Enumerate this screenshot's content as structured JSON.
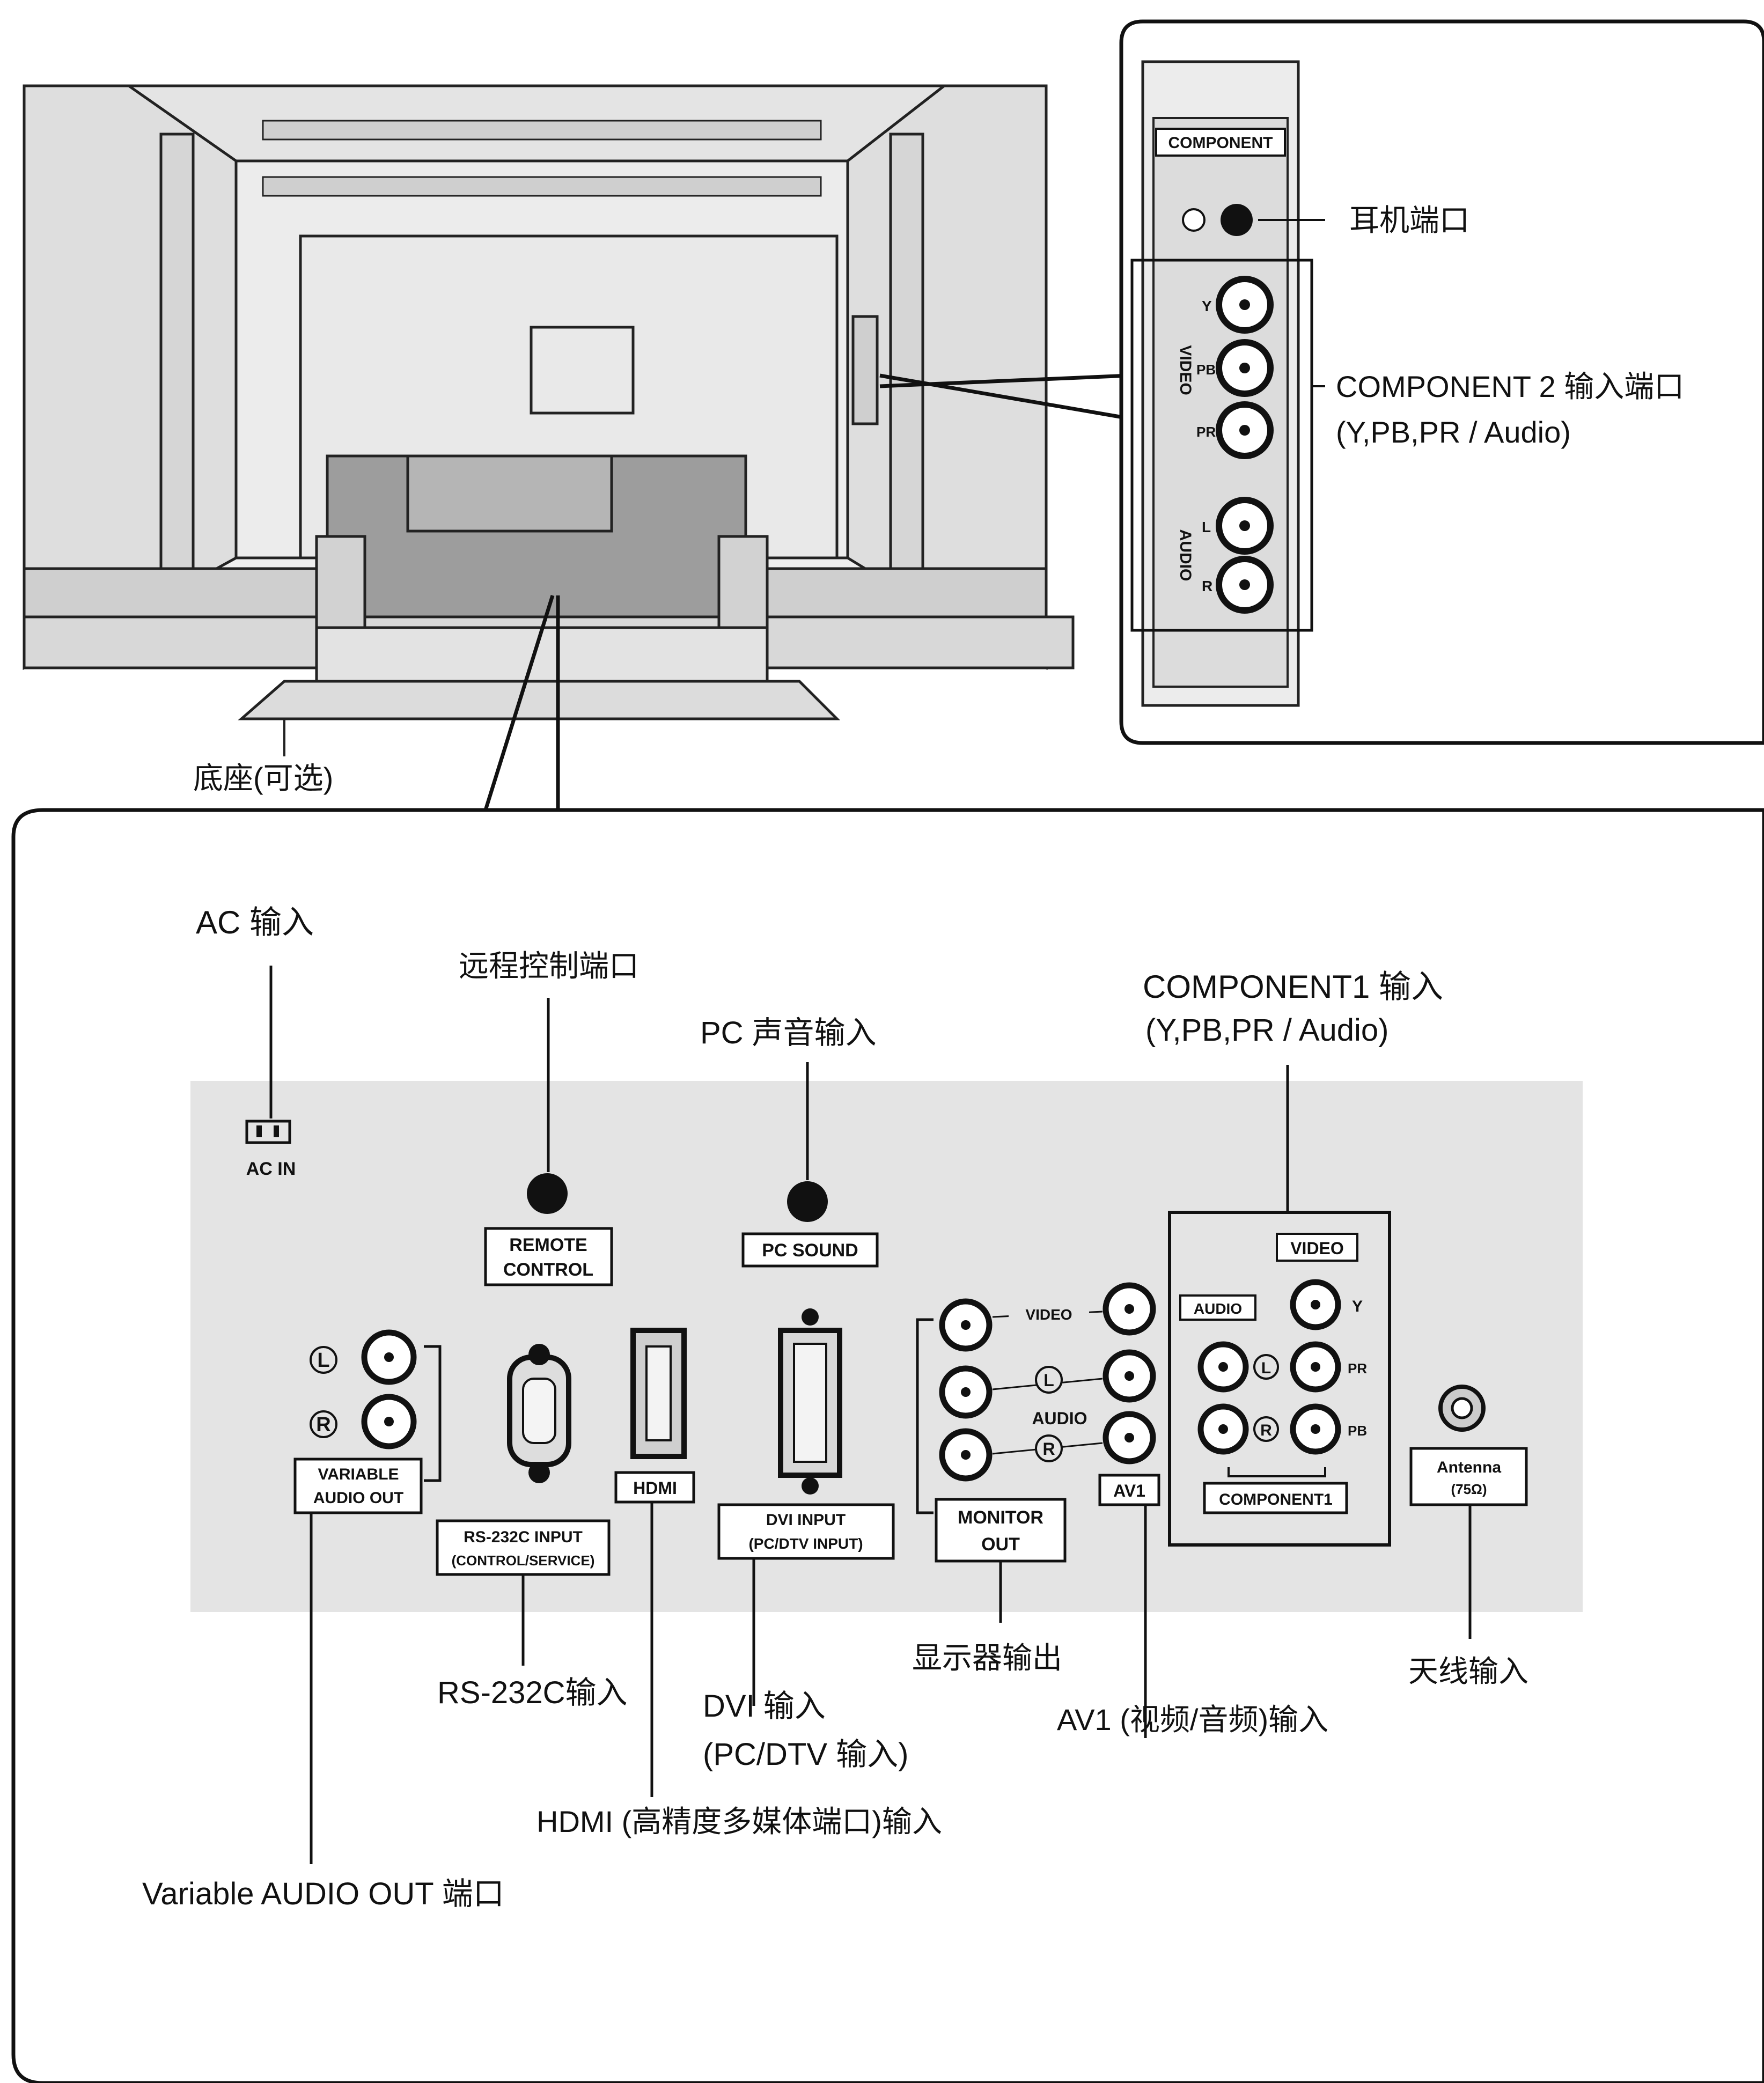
{
  "tv_back_labels": {
    "stand": "底座(可选)"
  },
  "side_panel": {
    "component_tag": "COMPONENT",
    "headphone_label": "耳机端口",
    "component2_label_line1": "COMPONENT 2 输入端口",
    "component2_label_line2": "(Y,PB,PR / Audio)",
    "video_group": "VIDEO",
    "audio_group": "AUDIO",
    "jack_y": "Y",
    "jack_pb": "PB",
    "jack_pr": "PR",
    "jack_l": "L",
    "jack_r": "R"
  },
  "rear_panel": {
    "ac_in_panel": "AC IN",
    "remote_panel_line1": "REMOTE",
    "remote_panel_line2": "CONTROL",
    "pc_sound_panel": "PC SOUND",
    "video_tag": "VIDEO",
    "audio_tag": "AUDIO",
    "pr_tag": "PR",
    "pb_tag": "PB",
    "y_tag": "Y",
    "variable_panel_line1": "VARIABLE",
    "variable_panel_line2": "AUDIO OUT",
    "rs232_panel_line1": "RS-232C INPUT",
    "rs232_panel_line2": "(CONTROL/SERVICE)",
    "hdmi_panel": "HDMI",
    "dvi_panel_line1": "DVI INPUT",
    "dvi_panel_line2": "(PC/DTV INPUT)",
    "monitor_panel_line1": "MONITOR",
    "monitor_panel_line2": "OUT",
    "av1_panel": "AV1",
    "mon_video": "VIDEO",
    "mon_audio": "AUDIO",
    "circ_l": "L",
    "circ_r": "R",
    "component1_panel": "COMPONENT1",
    "antenna_panel_line1": "Antenna",
    "antenna_panel_line2": "(75Ω)"
  },
  "callouts": {
    "ac_input": "AC 输入",
    "remote_port": "远程控制端口",
    "pc_sound_input": "PC 声音输入",
    "component1_line1": "COMPONENT1 输入",
    "component1_line2": "(Y,PB,PR / Audio)",
    "rs232_input": "RS-232C输入",
    "dvi_line1": "DVI 输入",
    "dvi_line2": "(PC/DTV 输入)",
    "monitor_out": "显示器输出",
    "antenna_input": "天线输入",
    "av1_input": "AV1 (视频/音频)输入",
    "hdmi_input": "HDMI (高精度多媒体端口)输入",
    "variable_audio_out": "Variable AUDIO OUT 端口"
  }
}
